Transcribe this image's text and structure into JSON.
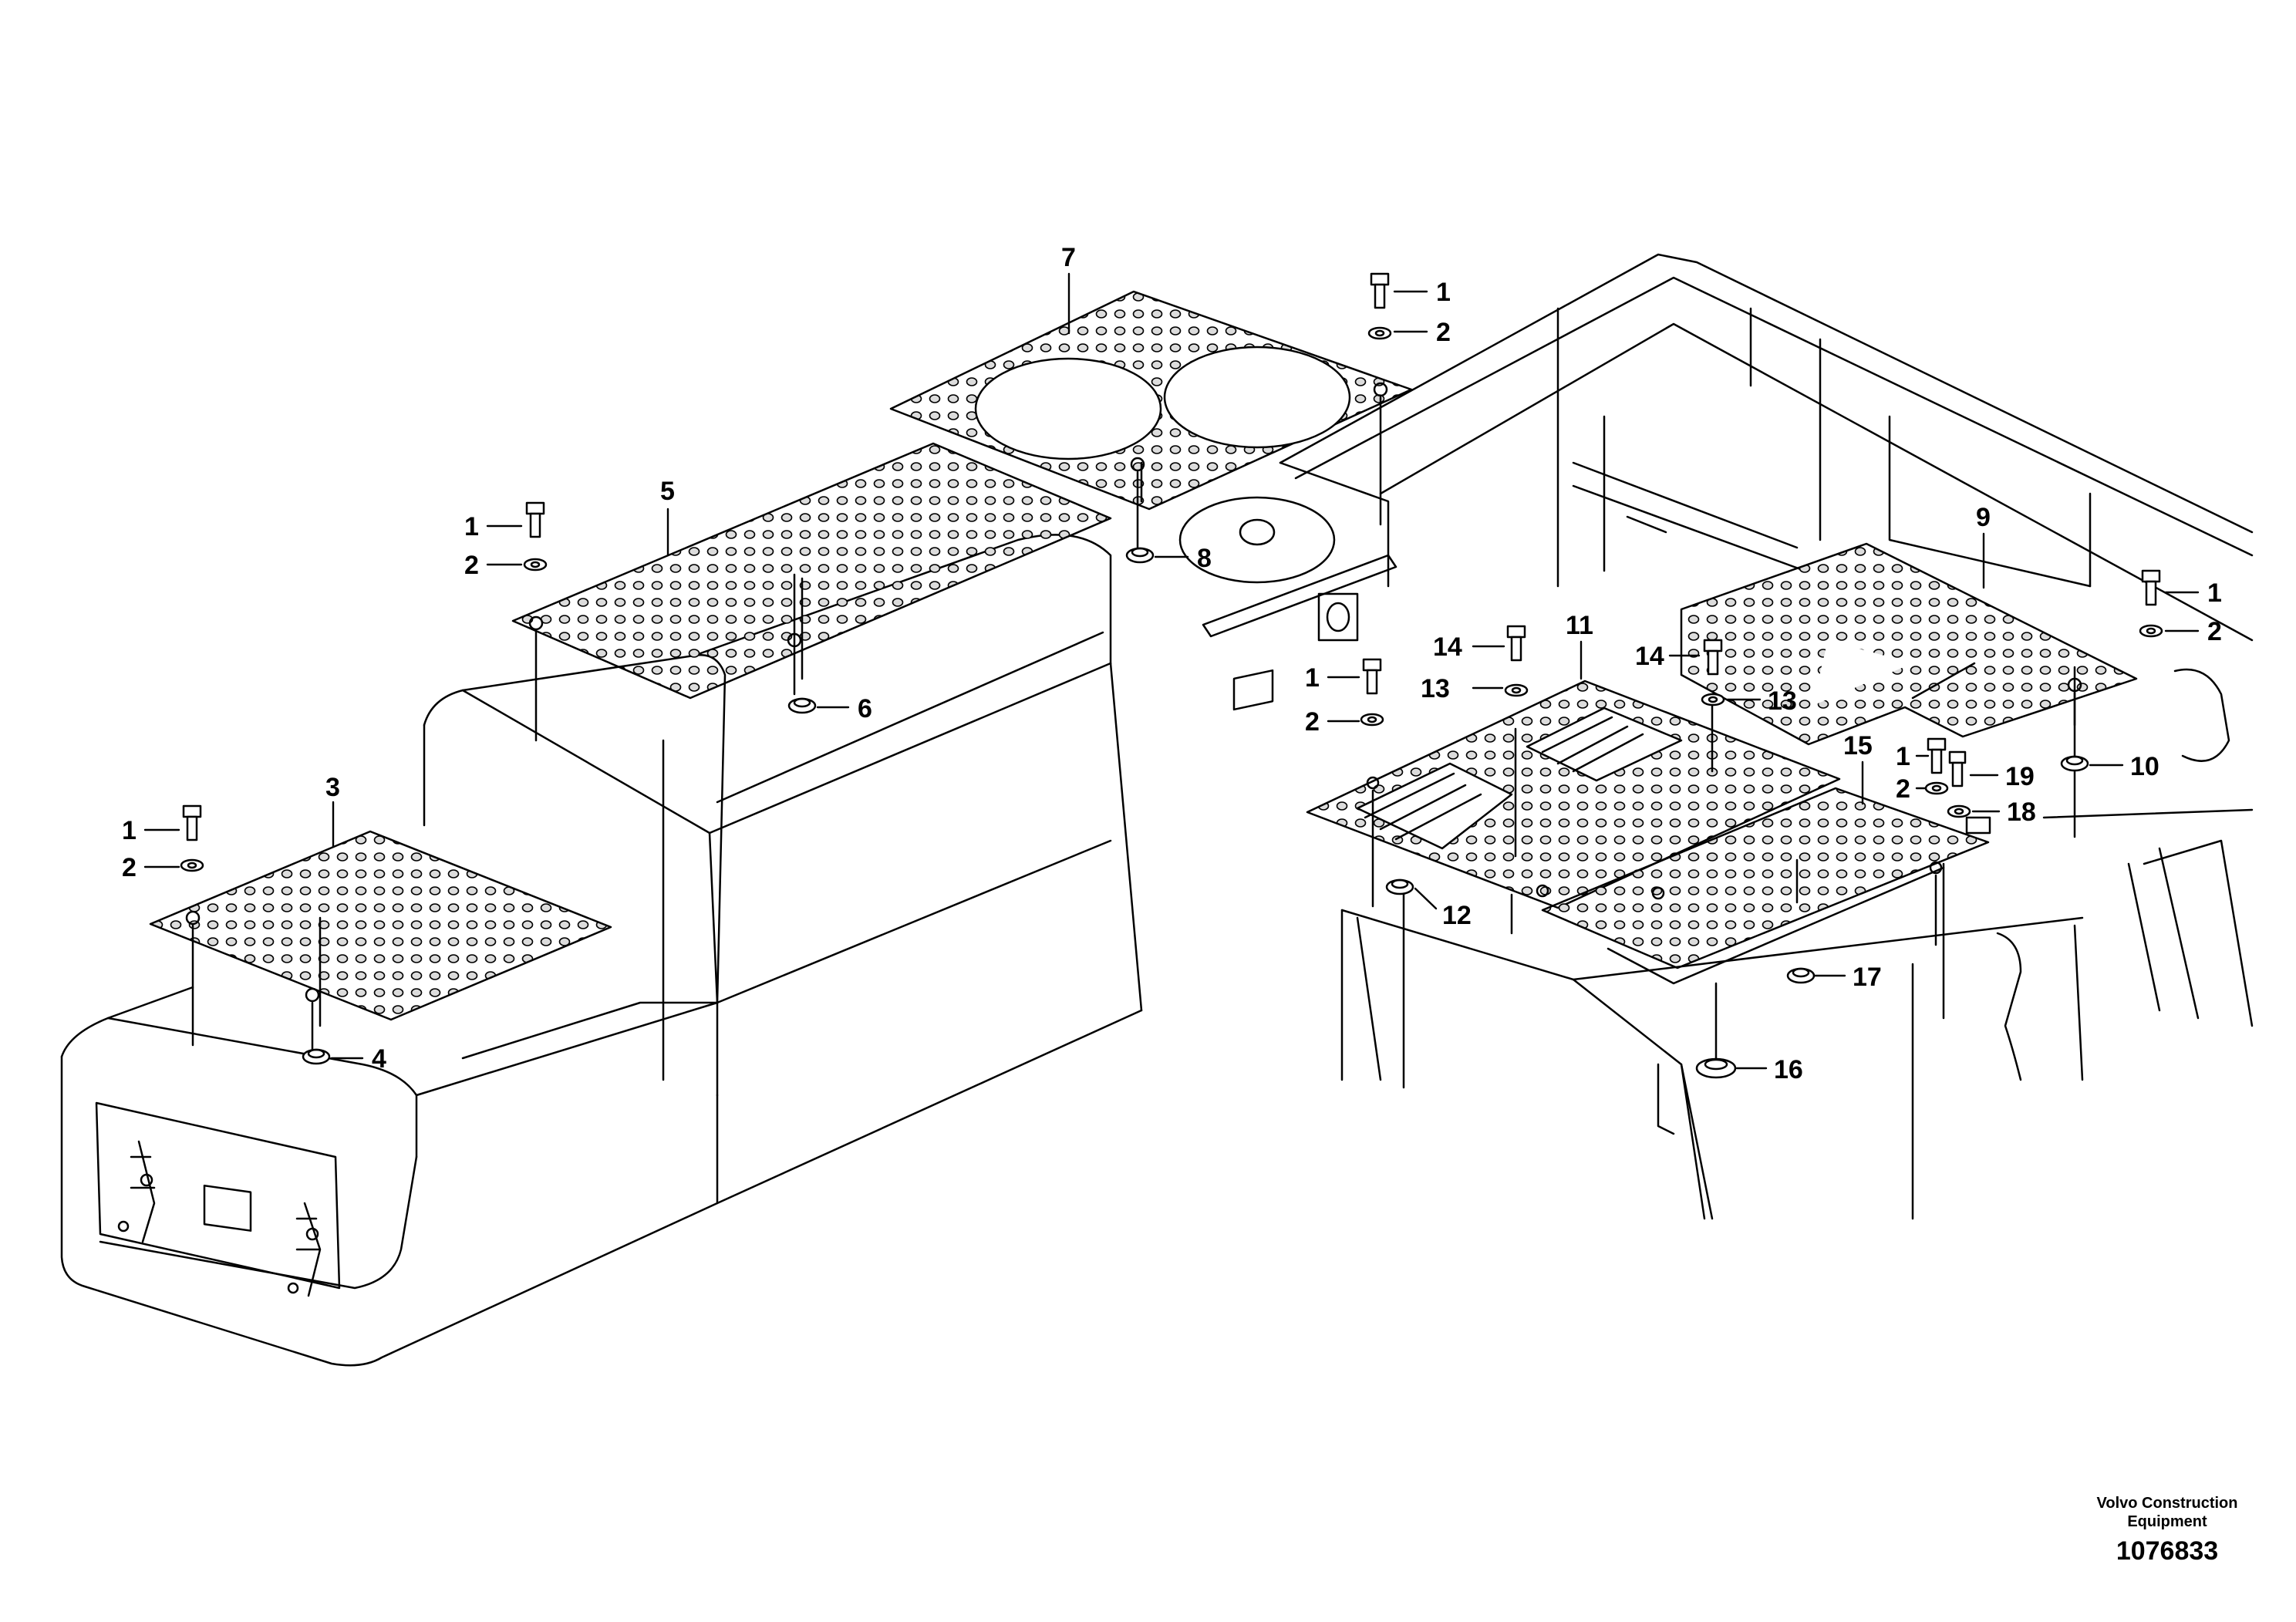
{
  "callouts": {
    "c1a": "1",
    "c2a": "2",
    "c3": "3",
    "c4": "4",
    "c1b": "1",
    "c2b": "2",
    "c5": "5",
    "c6": "6",
    "c7": "7",
    "c1c": "1",
    "c2c": "2",
    "c8": "8",
    "c9": "9",
    "c1d": "1",
    "c2d": "2",
    "c10": "10",
    "c11": "11",
    "c1e": "1",
    "c2e": "2",
    "c14a": "14",
    "c13a": "13",
    "c12": "12",
    "c14b": "14",
    "c13b": "13",
    "c15": "15",
    "c1f": "1",
    "c2f": "2",
    "c19": "19",
    "c18": "18",
    "c17": "17",
    "c16": "16"
  },
  "footer": {
    "brand_line1": "Volvo Construction",
    "brand_line2": "Equipment",
    "doc_number": "1076833"
  }
}
